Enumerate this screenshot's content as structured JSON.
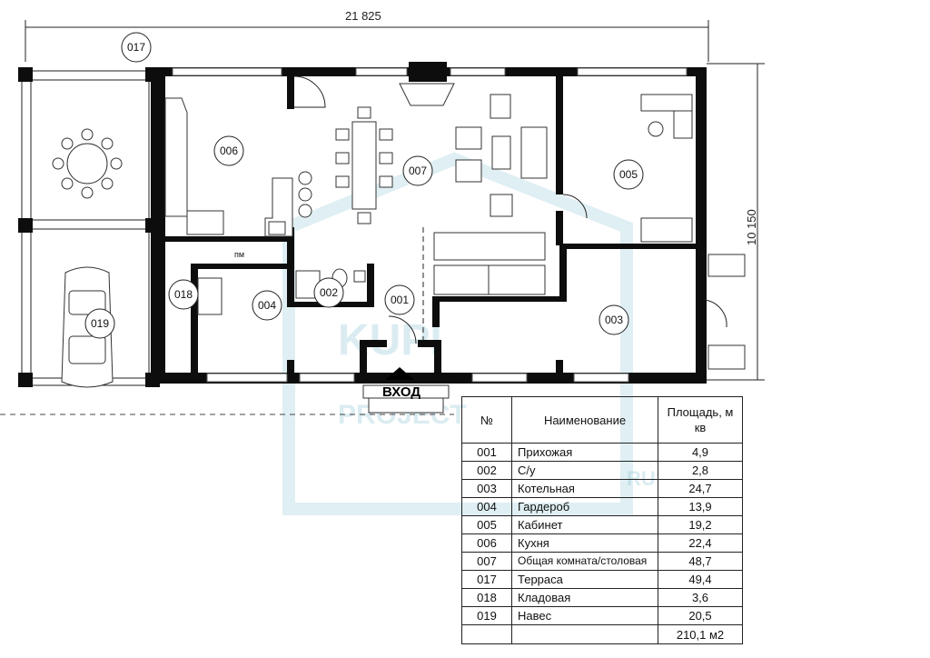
{
  "dimensions": {
    "width_label": "21 825",
    "height_label": "10 150"
  },
  "entrance_label": "ВХОД",
  "watermark": {
    "brand": "KUPI",
    "sub": "PROJECT",
    "suffix": "RU",
    "color": "#6fb7c9"
  },
  "rooms_on_plan": [
    {
      "id": "017",
      "label": "017"
    },
    {
      "id": "006",
      "label": "006"
    },
    {
      "id": "007",
      "label": "007"
    },
    {
      "id": "005",
      "label": "005"
    },
    {
      "id": "018",
      "label": "018"
    },
    {
      "id": "004",
      "label": "004"
    },
    {
      "id": "002",
      "label": "002"
    },
    {
      "id": "001",
      "label": "001"
    },
    {
      "id": "003",
      "label": "003"
    },
    {
      "id": "019",
      "label": "019"
    }
  ],
  "kitchen_mark": "пм",
  "legend": {
    "header_num": "№",
    "header_name": "Наименование",
    "header_area": "Площадь, м кв",
    "rows": [
      {
        "num": "001",
        "name": "Прихожая",
        "area": "4,9"
      },
      {
        "num": "002",
        "name": "С/у",
        "area": "2,8"
      },
      {
        "num": "003",
        "name": "Котельная",
        "area": "24,7"
      },
      {
        "num": "004",
        "name": "Гардероб",
        "area": "13,9"
      },
      {
        "num": "005",
        "name": "Кабинет",
        "area": "19,2"
      },
      {
        "num": "006",
        "name": "Кухня",
        "area": "22,4"
      },
      {
        "num": "007",
        "name": "Общая комната/столовая",
        "area": "48,7"
      },
      {
        "num": "017",
        "name": "Терраса",
        "area": "49,4"
      },
      {
        "num": "018",
        "name": "Кладовая",
        "area": "3,6"
      },
      {
        "num": "019",
        "name": "Навес",
        "area": "20,5"
      }
    ],
    "total": "210,1 м2"
  }
}
